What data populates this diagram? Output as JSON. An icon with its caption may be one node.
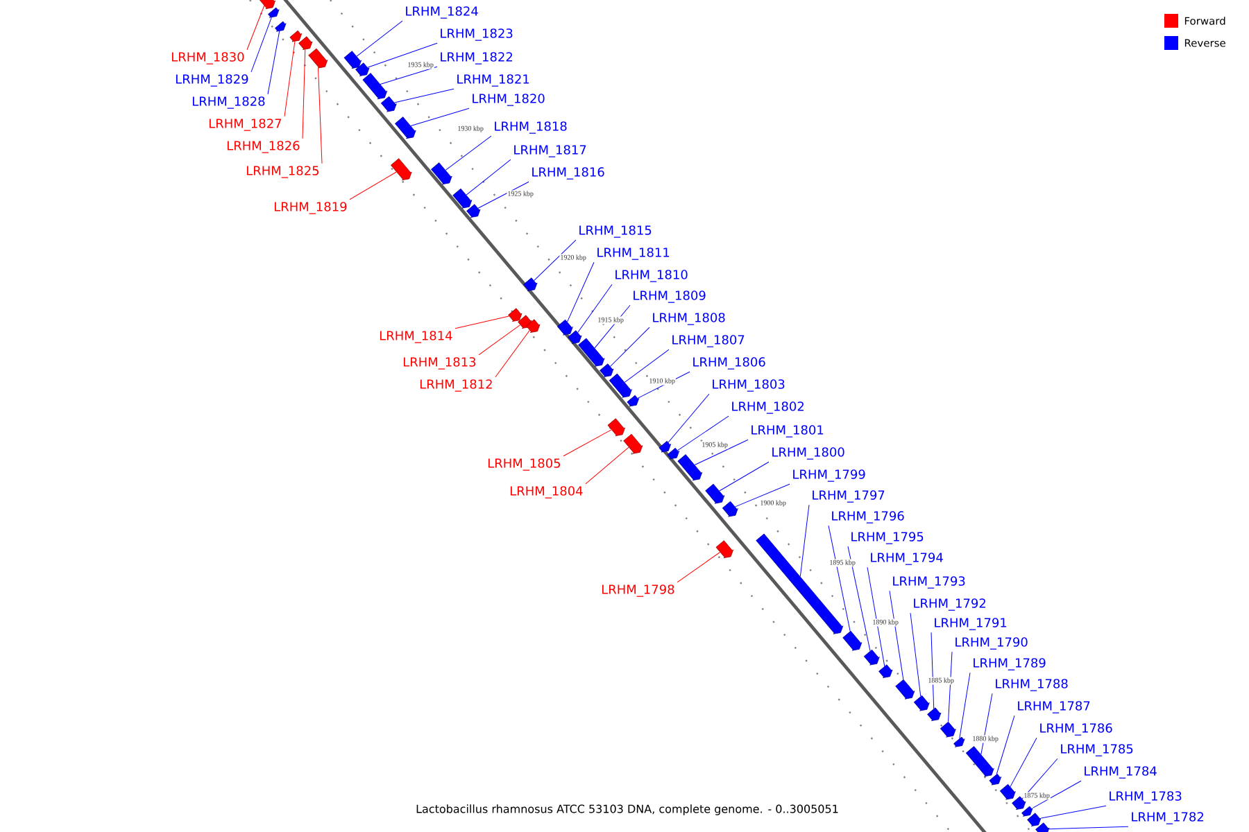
{
  "diagram": {
    "caption": "Lactobacillus rhamnosus ATCC 53103 DNA, complete genome. - 0..3005051",
    "nodes": [
      {
        "text": [
          "LRHM_1824"
        ]
      },
      {
        "text": [
          "LRHM_1823"
        ]
      },
      {
        "text": [
          "LRHM_1830"
        ]
      },
      {
        "text": [
          "LRHM_1822"
        ]
      },
      {
        "text": [
          "LRHM_1829"
        ]
      },
      {
        "text": [
          "LRHM_1821"
        ]
      },
      {
        "text": [
          "LRHM_1820"
        ]
      },
      {
        "text": [
          "LRHM_1828"
        ]
      },
      {
        "text": [
          "LRHM_1827"
        ]
      },
      {
        "text": [
          "LRHM_1818"
        ]
      },
      {
        "text": [
          "LRHM_1826"
        ]
      },
      {
        "text": [
          "LRHM_1817"
        ]
      },
      {
        "text": [
          "LRHM_1825"
        ]
      },
      {
        "text": [
          "LRHM_1816"
        ]
      },
      {
        "text": [
          "LRHM_1819"
        ]
      },
      {
        "text": [
          "LRHM_1815"
        ]
      },
      {
        "text": [
          "LRHM_1811"
        ]
      },
      {
        "text": [
          "LRHM_1810"
        ]
      },
      {
        "text": [
          "LRHM_1814"
        ]
      },
      {
        "text": [
          "LRHM_1809"
        ]
      },
      {
        "text": [
          "LRHM_1808"
        ]
      },
      {
        "text": [
          "LRHM_1813"
        ]
      },
      {
        "text": [
          "LRHM_1807"
        ]
      },
      {
        "text": [
          "LRHM_1806"
        ]
      },
      {
        "text": [
          "LRHM_1812"
        ]
      },
      {
        "text": [
          "LRHM_1803"
        ]
      },
      {
        "text": [
          "LRHM_1802"
        ]
      },
      {
        "text": [
          "LRHM_1801"
        ]
      },
      {
        "text": [
          "LRHM_1800"
        ]
      },
      {
        "text": [
          "LRHM_1805"
        ]
      },
      {
        "text": [
          "LRHM_1799"
        ]
      },
      {
        "text": [
          "LRHM_1804"
        ]
      },
      {
        "text": [
          "LRHM_1797"
        ]
      },
      {
        "text": [
          "LRHM_1796"
        ]
      },
      {
        "text": [
          "LRHM_1795"
        ]
      },
      {
        "text": [
          "LRHM_1794"
        ]
      },
      {
        "text": [
          "LRHM_1793"
        ]
      },
      {
        "text": [
          "LRHM_1798"
        ]
      },
      {
        "text": [
          "LRHM_1792"
        ]
      },
      {
        "text": [
          "LRHM_1791"
        ]
      },
      {
        "text": [
          "LRHM_1790"
        ]
      },
      {
        "text": [
          "LRHM_1789"
        ]
      },
      {
        "text": [
          "LRHM_1788"
        ]
      },
      {
        "text": [
          "LRHM_1787"
        ]
      },
      {
        "text": [
          "LRHM_1786"
        ]
      },
      {
        "text": [
          "LRHM_1785"
        ]
      },
      {
        "text": [
          "LRHM_1784"
        ]
      },
      {
        "text": [
          "LRHM_1783"
        ]
      },
      {
        "text": [
          "LRHM_1782"
        ]
      },
      {
        "text": [],
        "shape": "arrow"
      },
      {
        "text": [],
        "shape": "arrow"
      },
      {
        "text": [],
        "shape": "arrow"
      },
      {
        "text": [],
        "shape": "arrow"
      },
      {
        "text": [],
        "shape": "arrow"
      },
      {
        "text": [],
        "shape": "arrow"
      },
      {
        "text": [],
        "shape": "arrow"
      },
      {
        "text": [],
        "shape": "arrow"
      },
      {
        "text": [],
        "shape": "arrow"
      },
      {
        "text": [],
        "shape": "arrow"
      },
      {
        "text": [],
        "shape": "arrow"
      },
      {
        "text": [],
        "shape": "arrow"
      },
      {
        "text": [],
        "shape": "arrow"
      },
      {
        "text": [],
        "shape": "arrow"
      },
      {
        "text": [],
        "shape": "arrow"
      },
      {
        "text": [],
        "shape": "arrow"
      },
      {
        "text": [],
        "shape": "arrow"
      },
      {
        "text": [],
        "shape": "arrow"
      },
      {
        "text": [],
        "shape": "arrow"
      },
      {
        "text": [],
        "shape": "arrow"
      },
      {
        "text": [],
        "shape": "arrow"
      },
      {
        "text": [],
        "shape": "arrow"
      },
      {
        "text": [],
        "shape": "arrow"
      },
      {
        "text": [],
        "shape": "arrow"
      },
      {
        "text": [],
        "shape": "arrow"
      },
      {
        "text": [],
        "shape": "arrow"
      },
      {
        "text": [],
        "shape": "arrow"
      },
      {
        "text": [],
        "shape": "arrow"
      },
      {
        "text": [],
        "shape": "arrow"
      },
      {
        "text": [],
        "shape": "arrow"
      },
      {
        "text": [],
        "shape": "arrow"
      },
      {
        "text": [],
        "shape": "arrow"
      },
      {
        "text": [],
        "shape": "arrow"
      },
      {
        "text": [],
        "shape": "arrow"
      },
      {
        "text": [],
        "shape": "arrow"
      },
      {
        "text": [],
        "shape": "arrow"
      },
      {
        "text": [],
        "shape": "arrow"
      },
      {
        "text": [],
        "shape": "arrow"
      },
      {
        "text": [],
        "shape": "arrow"
      },
      {
        "text": [],
        "shape": "arrow"
      },
      {
        "text": [],
        "shape": "arrow"
      },
      {
        "text": [],
        "shape": "arrow"
      },
      {
        "text": [],
        "shape": "arrow"
      },
      {
        "text": [],
        "shape": "arrow"
      },
      {
        "text": [],
        "shape": "arrow"
      },
      {
        "text": [],
        "shape": "arrow"
      },
      {
        "text": [],
        "shape": "arrow"
      },
      {
        "text": [],
        "shape": "arrow"
      },
      {
        "text": [],
        "shape": "arrow"
      }
    ],
    "edges": [
      {
        "from": 0,
        "to": 55,
        "arrow": "none"
      },
      {
        "from": 1,
        "to": 56,
        "arrow": "none"
      },
      {
        "from": 2,
        "to": 49,
        "arrow": "none",
        "color": "#ff0000"
      },
      {
        "from": 3,
        "to": 57,
        "arrow": "none"
      },
      {
        "from": 4,
        "to": 50,
        "arrow": "none"
      },
      {
        "from": 5,
        "to": 58,
        "arrow": "none"
      },
      {
        "from": 6,
        "to": 59,
        "arrow": "none"
      },
      {
        "from": 7,
        "to": 51,
        "arrow": "none"
      },
      {
        "from": 8,
        "to": 52,
        "arrow": "none",
        "color": "#ff0000"
      },
      {
        "from": 9,
        "to": 61,
        "arrow": "none"
      },
      {
        "from": 10,
        "to": 53,
        "arrow": "none",
        "color": "#ff0000"
      },
      {
        "from": 11,
        "to": 62,
        "arrow": "none"
      },
      {
        "from": 12,
        "to": 54,
        "arrow": "none",
        "color": "#ff0000"
      },
      {
        "from": 13,
        "to": 63,
        "arrow": "none"
      },
      {
        "from": 14,
        "to": 60,
        "arrow": "none",
        "color": "#ff0000"
      },
      {
        "from": 15,
        "to": 64,
        "arrow": "none"
      },
      {
        "from": 16,
        "to": 68,
        "arrow": "none"
      },
      {
        "from": 17,
        "to": 69,
        "arrow": "none"
      },
      {
        "from": 18,
        "to": 65,
        "arrow": "none",
        "color": "#ff0000"
      },
      {
        "from": 19,
        "to": 70,
        "arrow": "none"
      },
      {
        "from": 20,
        "to": 71,
        "arrow": "none"
      },
      {
        "from": 21,
        "to": 66,
        "arrow": "none",
        "color": "#ff0000"
      },
      {
        "from": 22,
        "to": 72,
        "arrow": "none"
      },
      {
        "from": 23,
        "to": 73,
        "arrow": "none"
      },
      {
        "from": 24,
        "to": 67,
        "arrow": "none",
        "color": "#ff0000"
      },
      {
        "from": 25,
        "to": 76,
        "arrow": "none"
      },
      {
        "from": 26,
        "to": 77,
        "arrow": "none"
      },
      {
        "from": 27,
        "to": 78,
        "arrow": "none"
      },
      {
        "from": 28,
        "to": 79,
        "arrow": "none"
      },
      {
        "from": 29,
        "to": 74,
        "arrow": "none",
        "color": "#ff0000"
      },
      {
        "from": 30,
        "to": 80,
        "arrow": "none"
      },
      {
        "from": 31,
        "to": 75,
        "arrow": "none",
        "color": "#ff0000"
      },
      {
        "from": 32,
        "to": 82,
        "arrow": "none"
      },
      {
        "from": 33,
        "to": 83,
        "arrow": "none"
      },
      {
        "from": 34,
        "to": 84,
        "arrow": "none"
      },
      {
        "from": 35,
        "to": 85,
        "arrow": "none"
      },
      {
        "from": 36,
        "to": 86,
        "arrow": "none"
      },
      {
        "from": 37,
        "to": 81,
        "arrow": "none",
        "color": "#ff0000"
      },
      {
        "from": 38,
        "to": 87,
        "arrow": "none"
      },
      {
        "from": 39,
        "to": 88,
        "arrow": "none"
      },
      {
        "from": 40,
        "to": 89,
        "arrow": "none"
      },
      {
        "from": 41,
        "to": 90,
        "arrow": "none"
      },
      {
        "from": 42,
        "to": 91,
        "arrow": "none"
      },
      {
        "from": 43,
        "to": 92,
        "arrow": "none"
      },
      {
        "from": 44,
        "to": 93,
        "arrow": "none"
      },
      {
        "from": 45,
        "to": 94,
        "arrow": "none"
      },
      {
        "from": 46,
        "to": 95,
        "arrow": "none"
      },
      {
        "from": 47,
        "to": 96,
        "arrow": "none"
      },
      {
        "from": 48,
        "to": 97,
        "arrow": "none"
      }
    ],
    "labels": [
      "1935 kbp",
      "1930 kbp",
      "1925 kbp",
      "1920 kbp",
      "1915 kbp",
      "1910 kbp",
      "1905 kbp",
      "1900 kbp",
      "1895 kbp",
      "1890 kbp",
      "1885 kbp",
      "1880 kbp",
      "1875 kbp"
    ],
    "legend": [
      {
        "text": "Forward",
        "color": "#ff0000"
      },
      {
        "text": "Reverse",
        "color": "#0000ff"
      }
    ]
  }
}
